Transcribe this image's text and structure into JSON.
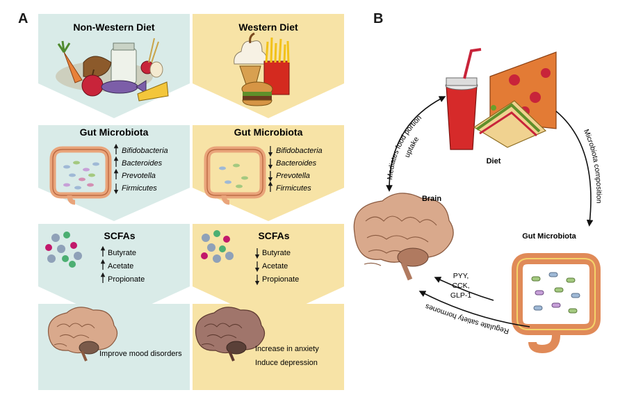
{
  "panel_a": {
    "letter": "A",
    "columns": [
      {
        "diet_title": "Non-Western Diet",
        "microbiota_title": "Gut Microbiota",
        "microbiota_items": [
          {
            "arrow": "↑",
            "name": "Bifidobacteria"
          },
          {
            "arrow": "↑",
            "name": "Bacteroides"
          },
          {
            "arrow": "↑",
            "name": "Prevotella"
          },
          {
            "arrow": "↓",
            "name": "Firmicutes"
          }
        ],
        "scfa_title": "SCFAs",
        "scfa_items": [
          {
            "arrow": "↑",
            "name": "Butyrate"
          },
          {
            "arrow": "↑",
            "name": "Acetate"
          },
          {
            "arrow": "↑",
            "name": "Propionate"
          }
        ],
        "outcome_lines": [
          "Improve mood disorders"
        ]
      },
      {
        "diet_title": "Western Diet",
        "microbiota_title": "Gut Microbiota",
        "microbiota_items": [
          {
            "arrow": "↓",
            "name": "Bifidobacteria"
          },
          {
            "arrow": "↓",
            "name": "Bacteroides"
          },
          {
            "arrow": "↓",
            "name": "Prevotella"
          },
          {
            "arrow": "↑",
            "name": "Firmicutes"
          }
        ],
        "scfa_title": "SCFAs",
        "scfa_items": [
          {
            "arrow": "↓",
            "name": "Butyrate"
          },
          {
            "arrow": "↓",
            "name": "Acetate"
          },
          {
            "arrow": "↓",
            "name": "Propionate"
          }
        ],
        "outcome_lines": [
          "Increase in anxiety",
          "Induce depression"
        ]
      }
    ]
  },
  "panel_b": {
    "letter": "B",
    "nodes": {
      "diet": "Diet",
      "brain": "Brain",
      "gut": "Gut Microbiota"
    },
    "edges": {
      "left_line1": "Mediates food portion",
      "left_line2": "uptake",
      "right": "Microbiota composition",
      "bottom": "Regulate satiety hormones",
      "hormones": [
        "PYY,",
        "CCK,",
        "GLP-1"
      ]
    }
  },
  "colors": {
    "non_western_bg": "#d9ebe8",
    "western_bg": "#f7e3a6",
    "gut_tissue": "#e9a47a",
    "brain_tissue": "#d9a98c"
  }
}
